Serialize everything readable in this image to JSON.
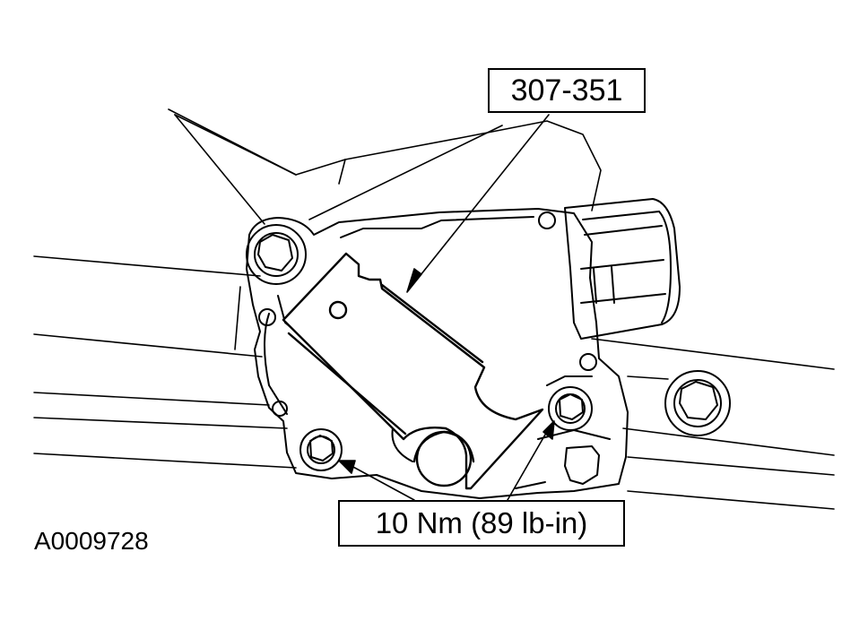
{
  "callouts": {
    "special_tool": "307-351",
    "torque_spec": "10 Nm (89 lb-in)"
  },
  "figure_id": "A0009728",
  "colors": {
    "line": "#000000",
    "background": "#ffffff"
  }
}
